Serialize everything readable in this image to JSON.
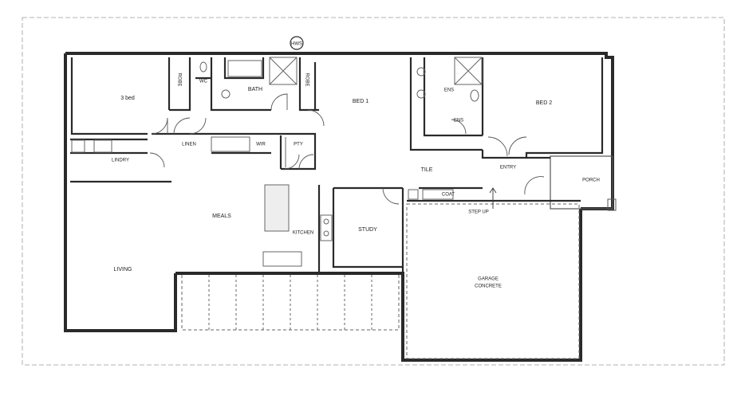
{
  "plan": {
    "rooms": [
      {
        "id": "bed3",
        "label": "3 bed"
      },
      {
        "id": "bed1",
        "label": "BED 1"
      },
      {
        "id": "bed2",
        "label": "BED 2"
      },
      {
        "id": "bath",
        "label": "BATH"
      },
      {
        "id": "wc",
        "label": "WC"
      },
      {
        "id": "linen",
        "label": "LINEN"
      },
      {
        "id": "lindry",
        "label": "LINDRY"
      },
      {
        "id": "robe1",
        "label": "ROBE"
      },
      {
        "id": "robe2",
        "label": "ROBE"
      },
      {
        "id": "wir",
        "label": "WIR"
      },
      {
        "id": "pty",
        "label": "PTY"
      },
      {
        "id": "ens",
        "label": "ENS"
      },
      {
        "id": "living",
        "label": "LIVING"
      },
      {
        "id": "meals",
        "label": "MEALS"
      },
      {
        "id": "kitchen",
        "label": "KITCHEN"
      },
      {
        "id": "study",
        "label": "STUDY"
      },
      {
        "id": "tile",
        "label": "TILE"
      },
      {
        "id": "entry",
        "label": "ENTRY"
      },
      {
        "id": "porch",
        "label": "PORCH"
      },
      {
        "id": "coat",
        "label": "COAT"
      },
      {
        "id": "stepup",
        "label": "STEP UP"
      },
      {
        "id": "garage1",
        "label": "GARAGE"
      },
      {
        "id": "garage2",
        "label": "CONCRETE"
      },
      {
        "id": "hws",
        "label": "HWS"
      },
      {
        "id": "ens2",
        "label": "ENS"
      }
    ],
    "colors": {
      "wall": "#2a2a2a",
      "line": "#555555",
      "fixture": "#666666",
      "border": "#9a9a9a"
    }
  }
}
